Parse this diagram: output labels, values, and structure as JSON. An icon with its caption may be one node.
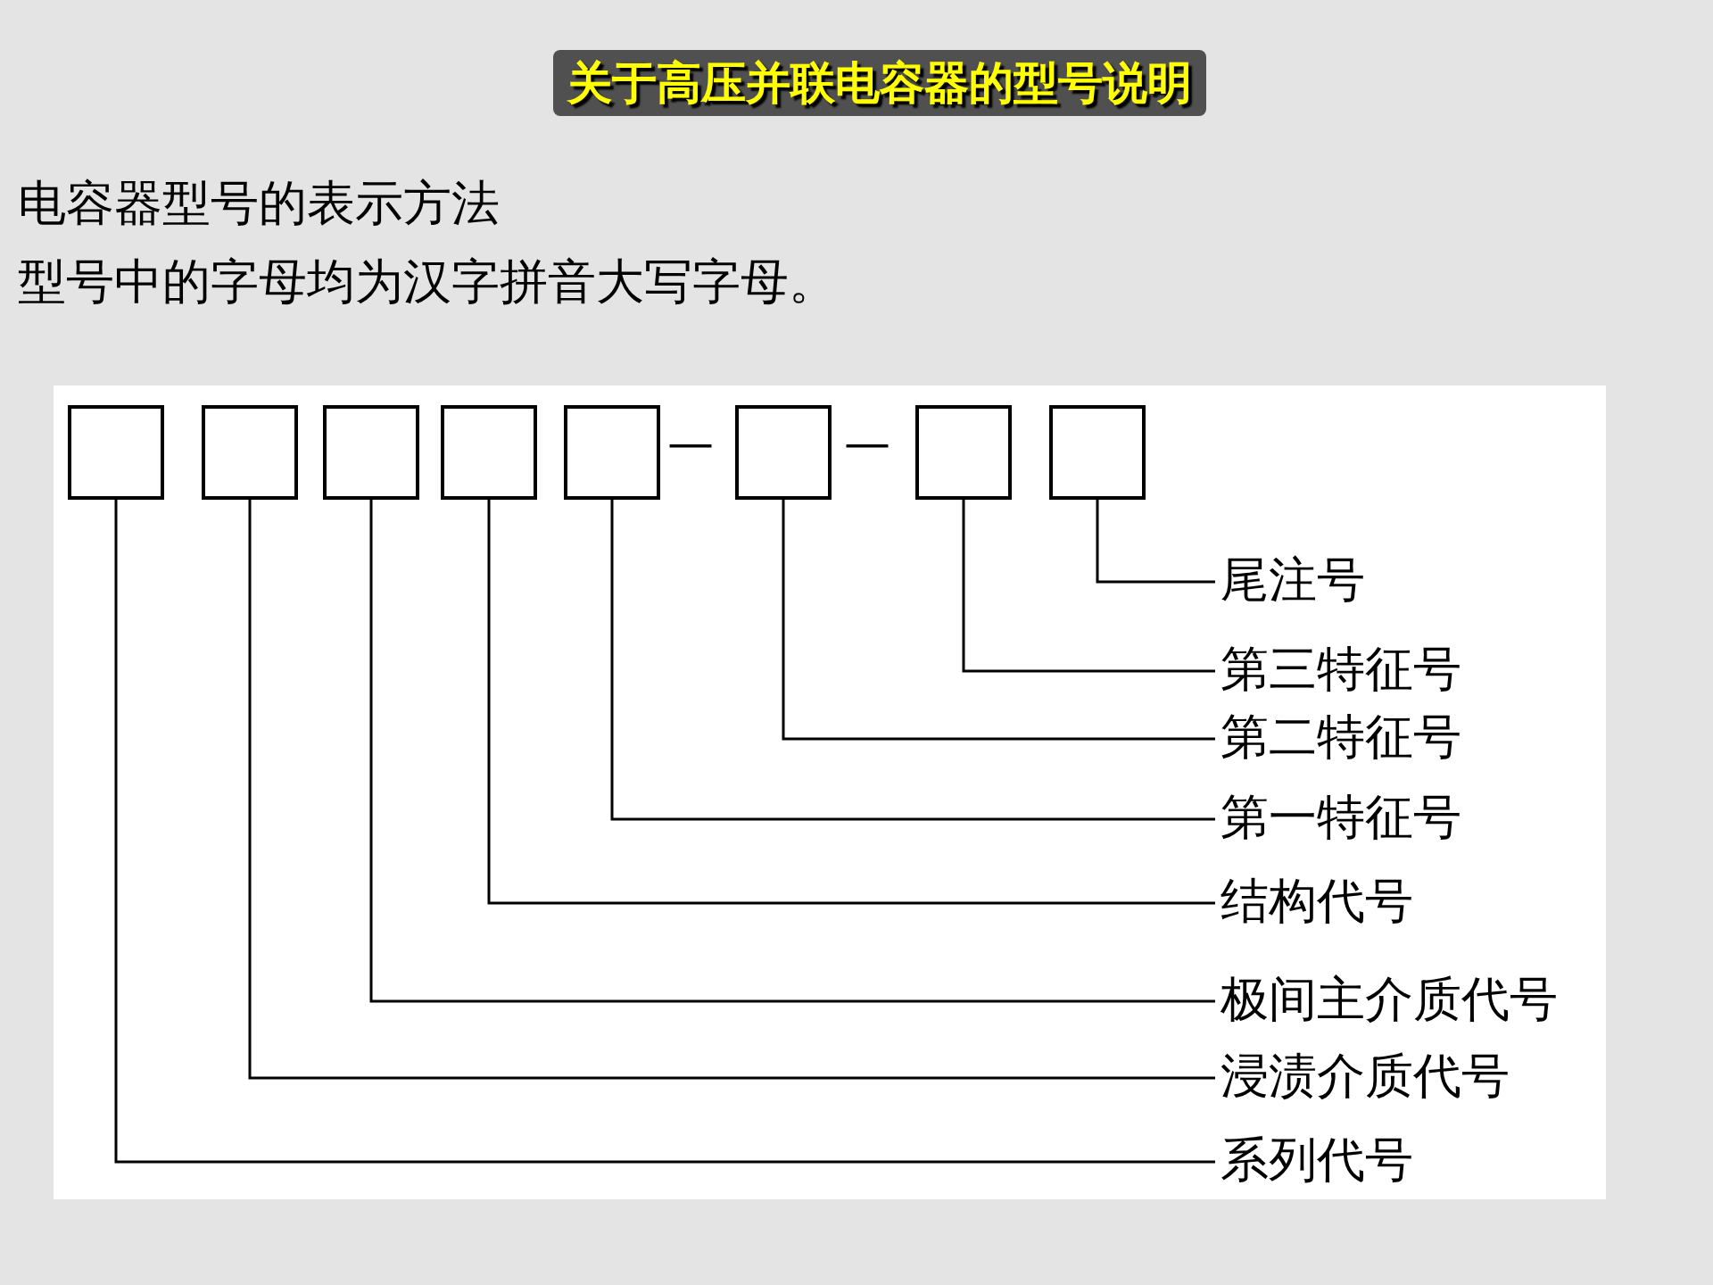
{
  "diagram": {
    "title": "关于高压并联电容器的型号说明",
    "nodes": [
      {
        "text": [],
        "shape": "box"
      },
      {
        "text": [],
        "shape": "box"
      },
      {
        "text": [],
        "shape": "box"
      },
      {
        "text": [],
        "shape": "box"
      },
      {
        "text": [],
        "shape": "box"
      },
      {
        "text": [],
        "shape": "box"
      },
      {
        "text": [],
        "shape": "box"
      },
      {
        "text": [],
        "shape": "box"
      },
      {
        "text": [
          "尾注号"
        ]
      },
      {
        "text": [
          "第三特征号"
        ]
      },
      {
        "text": [
          "第二特征号"
        ]
      },
      {
        "text": [
          "第一特征号"
        ]
      },
      {
        "text": [
          "结构代号"
        ]
      },
      {
        "text": [
          "极间主介质代号"
        ]
      },
      {
        "text": [
          "浸渍介质代号"
        ]
      },
      {
        "text": [
          "系列代号"
        ]
      }
    ],
    "edges": [
      {
        "from": 8,
        "to": 7,
        "arrow": "none"
      },
      {
        "from": 9,
        "to": 6,
        "arrow": "none"
      },
      {
        "from": 10,
        "to": 5,
        "arrow": "none"
      },
      {
        "from": 11,
        "to": 4,
        "arrow": "none"
      },
      {
        "from": 12,
        "to": 3,
        "arrow": "none"
      },
      {
        "from": 13,
        "to": 2,
        "arrow": "none"
      },
      {
        "from": 14,
        "to": 1,
        "arrow": "none"
      },
      {
        "from": 15,
        "to": 0,
        "arrow": "none"
      }
    ],
    "labels": [
      "电容器型号的表示方法",
      "型号中的字母均为汉字拼音大写字母。",
      "—",
      "—"
    ]
  }
}
